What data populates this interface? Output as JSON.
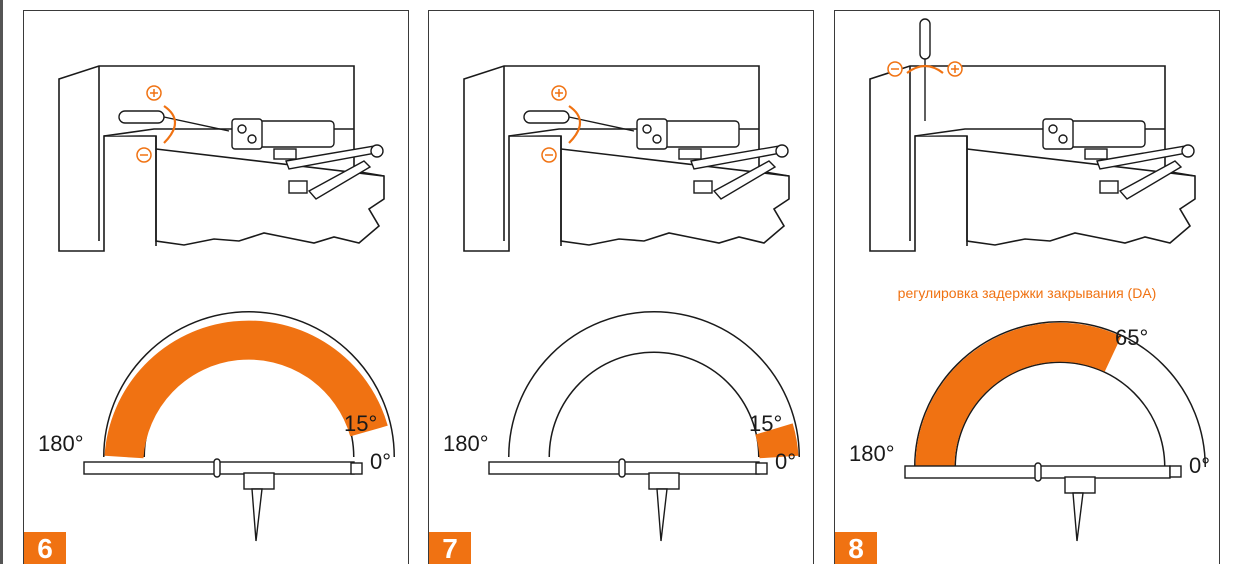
{
  "colors": {
    "accent": "#f07212",
    "line": "#1a1a1a"
  },
  "panels": [
    {
      "step": "6",
      "from_angle_label": "180°",
      "to_angle_label": "15°",
      "zero_angle_label": "0°",
      "caption": "",
      "adjust_icon": "side-screwdriver-icon",
      "plus_symbol": "⊕",
      "minus_symbol": "⊖",
      "highlight_range_deg": [
        15,
        180
      ]
    },
    {
      "step": "7",
      "from_angle_label": "180°",
      "to_angle_label": "15°",
      "zero_angle_label": "0°",
      "caption": "",
      "adjust_icon": "side-screwdriver-icon",
      "plus_symbol": "⊕",
      "minus_symbol": "⊖",
      "highlight_range_deg": [
        0,
        15
      ]
    },
    {
      "step": "8",
      "from_angle_label": "180°",
      "to_angle_label": "65°",
      "zero_angle_label": "0°",
      "caption": "регулировка задержки закрывания (DA)",
      "adjust_icon": "top-screwdriver-icon",
      "plus_symbol": "⊕",
      "minus_symbol": "⊖",
      "highlight_range_deg": [
        65,
        180
      ]
    }
  ]
}
